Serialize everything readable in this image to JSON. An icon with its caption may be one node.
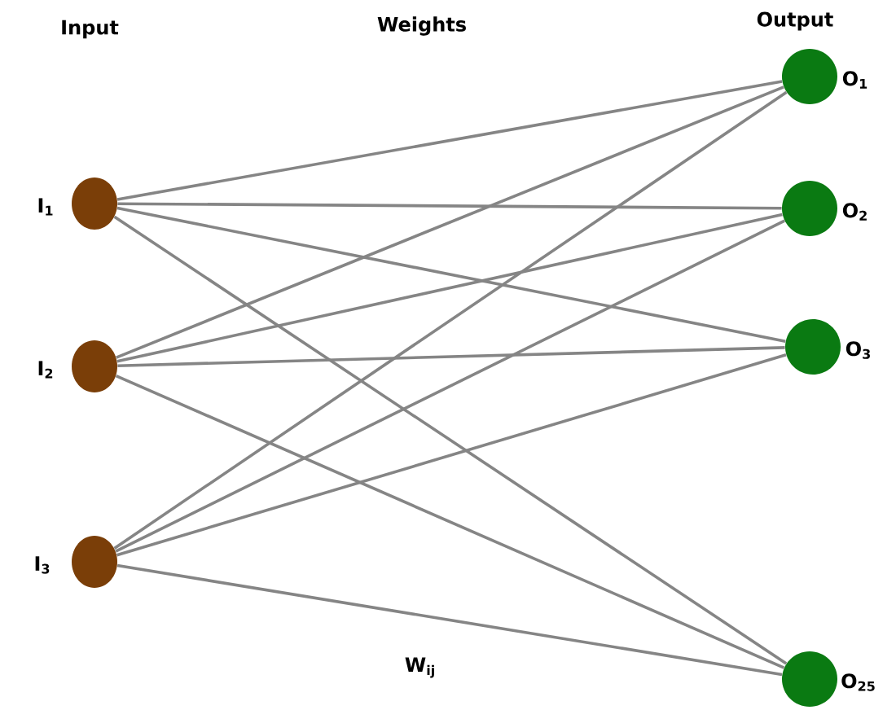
{
  "diagram": {
    "nodes": [
      {
        "text": [],
        "shape": "circle",
        "beside": [
          "I$_{1}$"
        ]
      },
      {
        "text": [],
        "shape": "circle",
        "beside": [
          "I$_{2}$"
        ]
      },
      {
        "text": [],
        "shape": "circle",
        "beside": [
          "I$_{3}$"
        ]
      },
      {
        "text": [],
        "shape": "circle",
        "beside": [
          "O$_{1}$"
        ]
      },
      {
        "text": [],
        "shape": "circle",
        "beside": [
          "O$_{2}$"
        ]
      },
      {
        "text": [],
        "shape": "circle",
        "beside": [
          "O$_{3}$"
        ]
      },
      {
        "text": [],
        "shape": "circle",
        "beside": [
          "O$_{25}$"
        ]
      }
    ],
    "edges": [
      {
        "from": 0,
        "to": 3,
        "arrow": "none"
      },
      {
        "from": 0,
        "to": 4,
        "arrow": "none"
      },
      {
        "from": 0,
        "to": 5,
        "arrow": "none"
      },
      {
        "from": 0,
        "to": 6,
        "arrow": "none"
      },
      {
        "from": 1,
        "to": 3,
        "arrow": "none"
      },
      {
        "from": 1,
        "to": 4,
        "arrow": "none"
      },
      {
        "from": 1,
        "to": 5,
        "arrow": "none"
      },
      {
        "from": 1,
        "to": 6,
        "arrow": "none"
      },
      {
        "from": 2,
        "to": 3,
        "arrow": "none"
      },
      {
        "from": 2,
        "to": 4,
        "arrow": "none"
      },
      {
        "from": 2,
        "to": 5,
        "arrow": "none"
      },
      {
        "from": 2,
        "to": 6,
        "arrow": "none"
      }
    ],
    "labels": [
      "Input",
      "Weights",
      "Output",
      "W$_{ij}$"
    ]
  }
}
